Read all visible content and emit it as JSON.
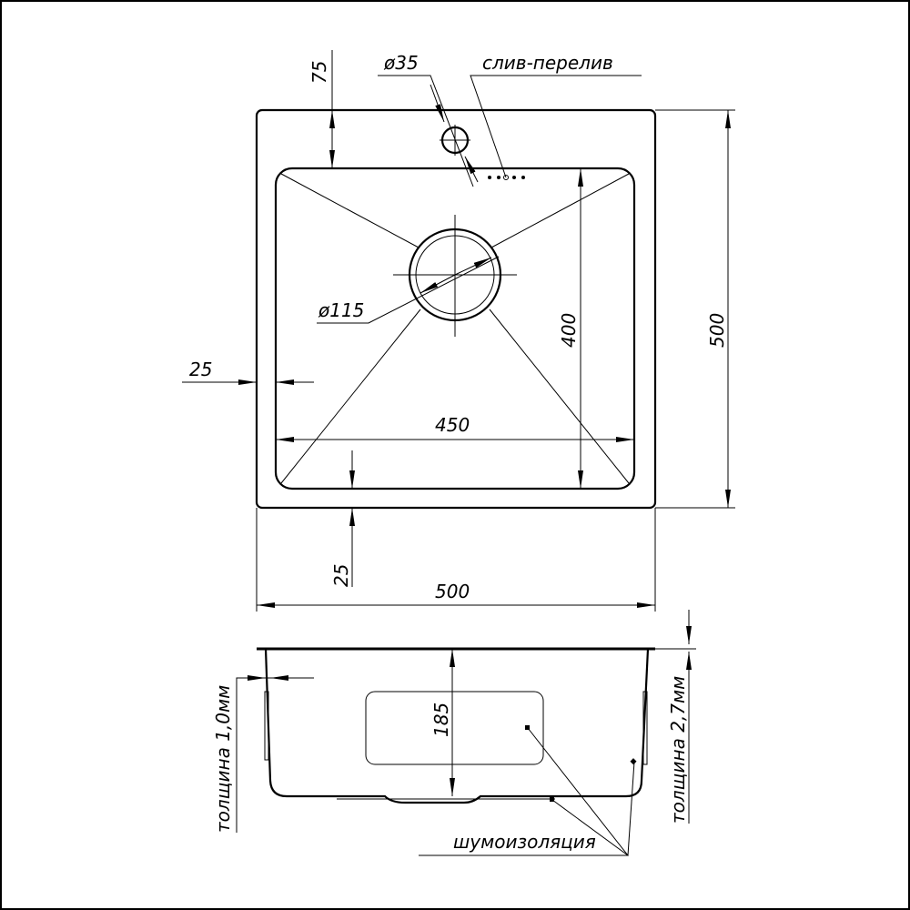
{
  "dimensions": {
    "rim_75": "75",
    "overflow_hole_diameter": "ø35",
    "overflow_label": "слив-перелив",
    "overall_height": "500",
    "bowl_length": "400",
    "bowl_width": "450",
    "drain_diameter": "ø115",
    "left_margin": "25",
    "bottom_margin": "25",
    "overall_width": "500",
    "depth": "185"
  },
  "notes": {
    "thickness_left": "толщина 1,0мм",
    "thickness_right": "толщина 2,7мм",
    "insulation": "шумоизоляция"
  }
}
